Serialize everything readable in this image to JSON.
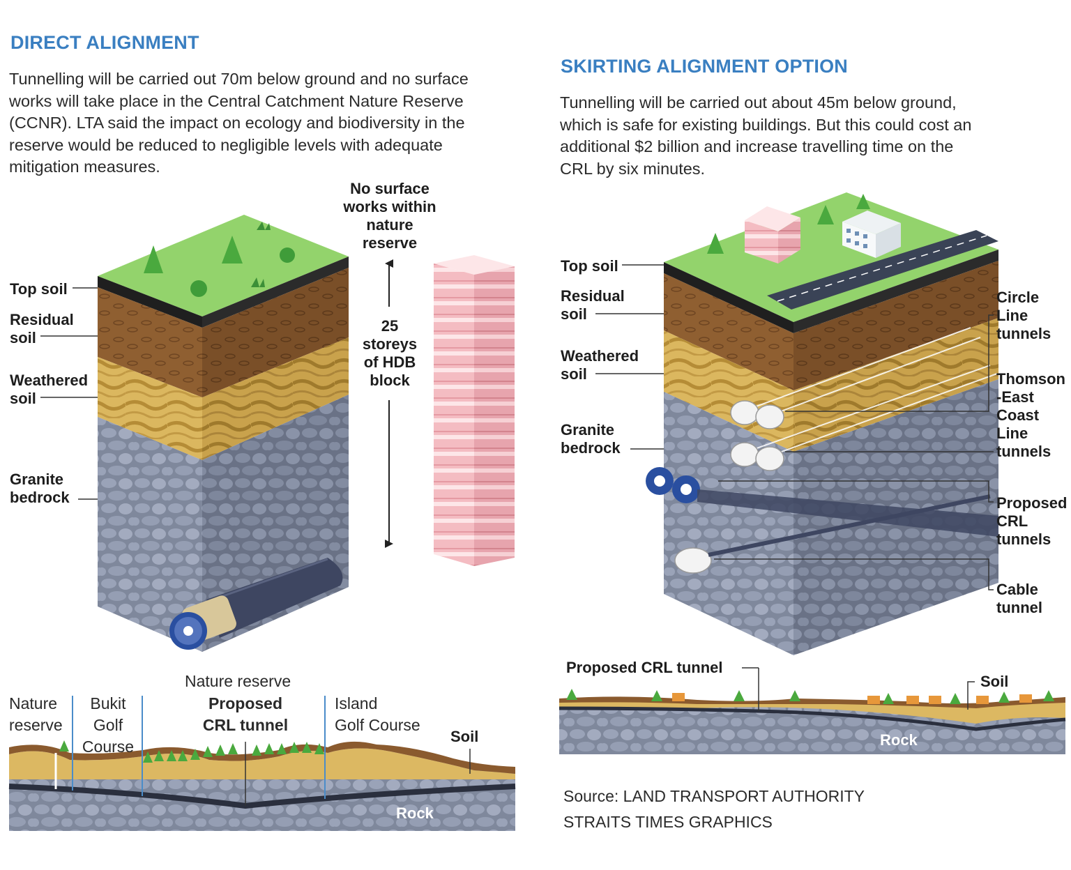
{
  "direct": {
    "heading": "DIRECT ALIGNMENT",
    "intro": "Tunnelling will be carried out 70m below ground and no surface\nworks will take place in the Central Catchment Nature Reserve\n(CCNR). LTA said the impact on ecology and biodiversity in the\nreserve would be reduced to negligible levels with adequate\nmitigation measures.",
    "layers": {
      "top_soil": "Top soil",
      "residual_soil": "Residual\nsoil",
      "weathered_soil": "Weathered\nsoil",
      "granite_bedrock": "Granite\nbedrock"
    },
    "no_surface_works": "No surface\nworks within\nnature\nreserve",
    "hdb_comparison": "25\nstoreys\nof HDB\nblock",
    "profile": {
      "nature_reserve": "Nature\nreserve",
      "bukit_golf": "Bukit\nGolf\nCourse",
      "nature_reserve_top": "Nature reserve",
      "proposed_crl": "Proposed\nCRL tunnel",
      "island_golf": "Island\nGolf Course",
      "soil": "Soil",
      "rock": "Rock"
    }
  },
  "skirting": {
    "heading": "SKIRTING ALIGNMENT OPTION",
    "intro": "Tunnelling will be carried out about 45m below ground,\nwhich is safe for existing buildings. But this could cost an\nadditional $2 billion and increase travelling time on the\nCRL by six minutes.",
    "layers": {
      "top_soil": "Top soil",
      "residual_soil": "Residual\nsoil",
      "weathered_soil": "Weathered\nsoil",
      "granite_bedrock": "Granite\nbedrock"
    },
    "tunnels": {
      "circle_line": "Circle\nLine\ntunnels",
      "thomson_east": "Thomson\n-East\nCoast\nLine\ntunnels",
      "proposed_crl": "Proposed\nCRL\ntunnels",
      "cable": "Cable\ntunnel"
    },
    "profile": {
      "proposed_crl": "Proposed CRL tunnel",
      "soil": "Soil",
      "rock": "Rock"
    }
  },
  "source": "Source: LAND TRANSPORT AUTHORITY",
  "credit": "STRAITS TIMES GRAPHICS",
  "colors": {
    "heading": "#3a7fc1",
    "grass": "#8fd06a",
    "topsoil": "#2a2a2a",
    "residual": "#8a5a2e",
    "weathered": "#d9b35a",
    "granite": "#8e97ad",
    "hdb": "#f2b7bd"
  }
}
